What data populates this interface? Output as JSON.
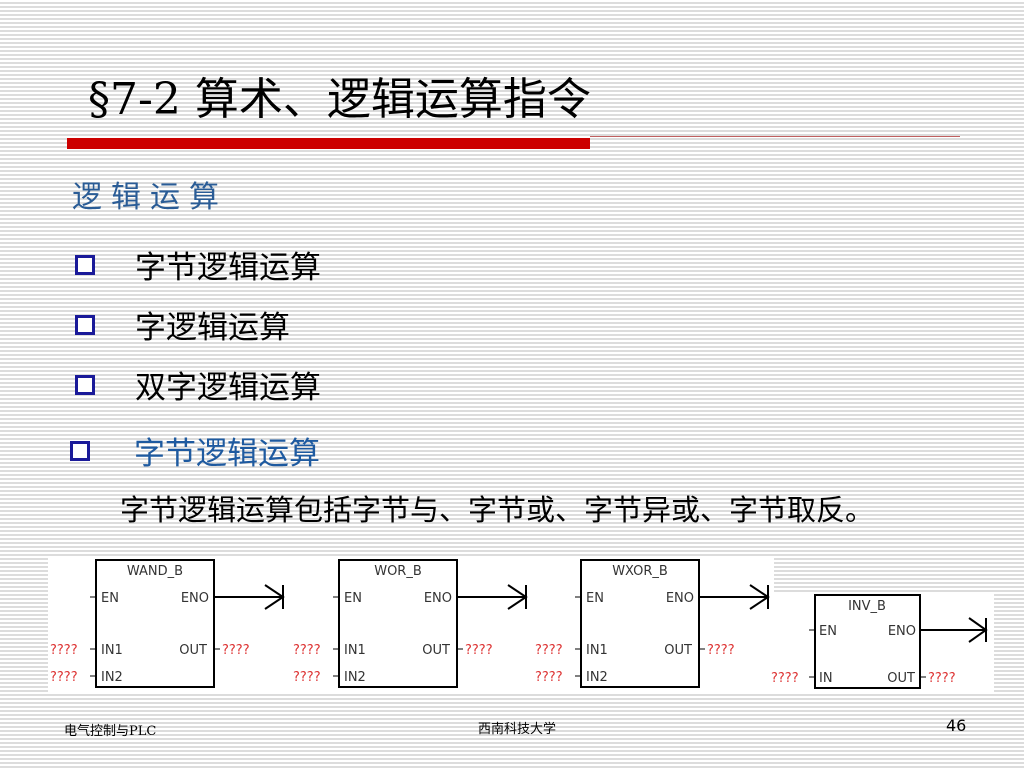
{
  "slide": {
    "title": "§7-2  算术、逻辑运算指令",
    "subtitle": "逻辑运算",
    "bullets": [
      {
        "text": "字节逻辑运算"
      },
      {
        "text": "字逻辑运算"
      },
      {
        "text": "双字逻辑运算"
      },
      {
        "text": "字节逻辑运算"
      }
    ],
    "description": "字节逻辑运算包括字节与、字节或、字节异或、字节取反。",
    "blocks": [
      {
        "name": "WAND_B",
        "en": "EN",
        "eno": "ENO",
        "in1": "IN1",
        "in2": "IN2",
        "out": "OUT",
        "unknown": "????"
      },
      {
        "name": "WOR_B",
        "en": "EN",
        "eno": "ENO",
        "in1": "IN1",
        "in2": "IN2",
        "out": "OUT",
        "unknown": "????"
      },
      {
        "name": "WXOR_B",
        "en": "EN",
        "eno": "ENO",
        "in1": "IN1",
        "in2": "IN2",
        "out": "OUT",
        "unknown": "????"
      },
      {
        "name": "INV_B",
        "en": "EN",
        "eno": "ENO",
        "in": "IN",
        "out": "OUT",
        "unknown": "????"
      }
    ],
    "footer_left": "电气控制与PLC",
    "footer_center": "西南科技大学",
    "page_number": "46"
  },
  "colors": {
    "title_rule": "#cc0000",
    "subtitle": "#2a5c96",
    "bullet_box": "#1a1a99",
    "highlight_bullet": "#1e5aa0",
    "unknown_operand": "#dd3333"
  }
}
